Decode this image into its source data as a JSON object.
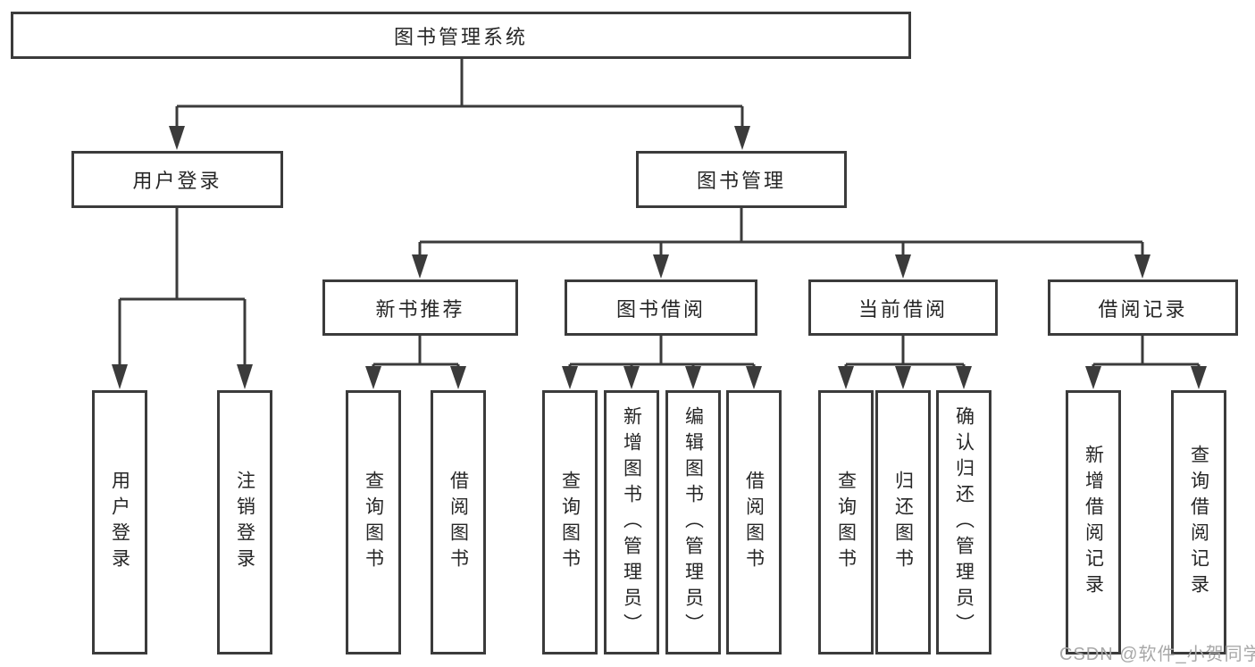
{
  "diagram": {
    "root": {
      "label": "图书管理系统"
    },
    "level2": [
      {
        "label": "用户登录",
        "children": [
          {
            "label": "用户登录"
          },
          {
            "label": "注销登录"
          }
        ]
      },
      {
        "label": "图书管理",
        "children": [
          {
            "label": "新书推荐",
            "children": [
              {
                "label": "查询图书"
              },
              {
                "label": "借阅图书"
              }
            ]
          },
          {
            "label": "图书借阅",
            "children": [
              {
                "label": "查询图书"
              },
              {
                "label": "新增图书（管理员）"
              },
              {
                "label": "编辑图书（管理员）"
              },
              {
                "label": "借阅图书"
              }
            ]
          },
          {
            "label": "当前借阅",
            "children": [
              {
                "label": "查询图书"
              },
              {
                "label": "归还图书"
              },
              {
                "label": "确认归还（管理员）"
              }
            ]
          },
          {
            "label": "借阅记录",
            "children": [
              {
                "label": "新增借阅记录"
              },
              {
                "label": "查询借阅记录"
              }
            ]
          }
        ]
      }
    ]
  },
  "watermark": {
    "text": "CSDN @软件_小贺同学"
  },
  "colors": {
    "line": "#3b3b3b",
    "text": "#262626",
    "watermark": "#a8a8a8",
    "background": "#ffffff"
  }
}
